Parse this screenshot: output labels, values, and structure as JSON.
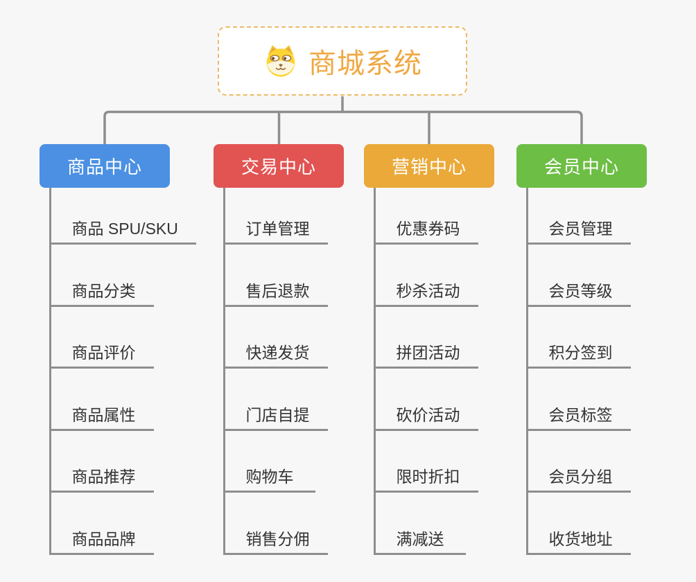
{
  "root": {
    "title": "商城系统",
    "icon": "dog-face-icon",
    "title_color": "#F0A843",
    "border_color": "#EDB964"
  },
  "background_color": "#F7F7F8",
  "connector_color": "#8E8E8E",
  "branches": [
    {
      "label": "商品中心",
      "color": "#4B90E2",
      "items": [
        "商品 SPU/SKU",
        "商品分类",
        "商品评价",
        "商品属性",
        "商品推荐",
        "商品品牌"
      ]
    },
    {
      "label": "交易中心",
      "color": "#E15452",
      "items": [
        "订单管理",
        "售后退款",
        "快递发货",
        "门店自提",
        "购物车",
        "销售分佣"
      ]
    },
    {
      "label": "营销中心",
      "color": "#EAA939",
      "items": [
        "优惠券码",
        "秒杀活动",
        "拼团活动",
        "砍价活动",
        "限时折扣",
        "满减送"
      ]
    },
    {
      "label": "会员中心",
      "color": "#6DBE45",
      "items": [
        "会员管理",
        "会员等级",
        "积分签到",
        "会员标签",
        "会员分组",
        "收货地址"
      ]
    }
  ]
}
